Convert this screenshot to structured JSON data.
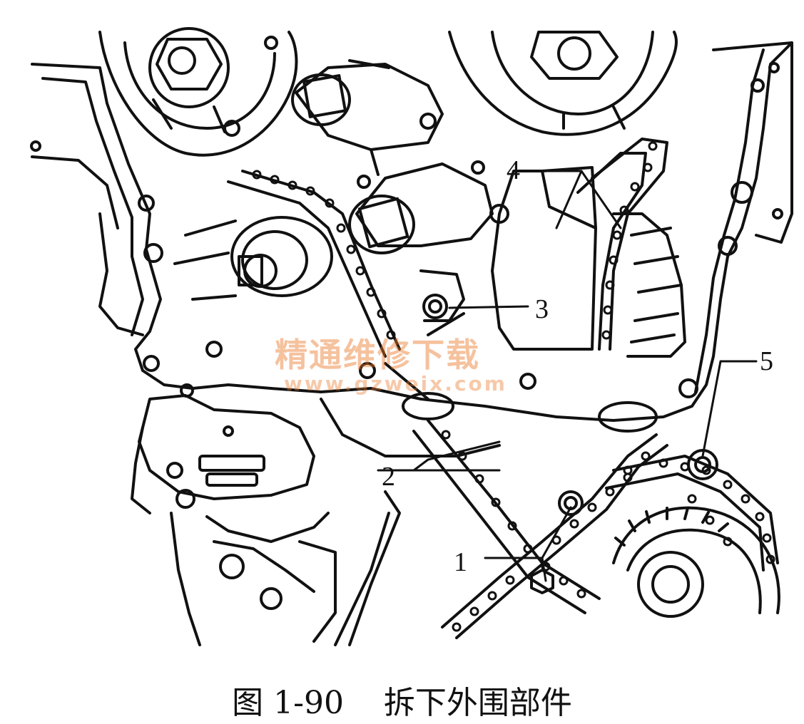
{
  "figure": {
    "callouts": [
      "1",
      "2",
      "3",
      "4",
      "5"
    ],
    "watermark": {
      "text": "精通维修下载",
      "url": "www.gzweix.com"
    }
  },
  "caption": {
    "text": "图 1-90    拆下外围部件"
  },
  "colors": {
    "line": "#111111",
    "background": "#ffffff",
    "watermark": "#e87828"
  }
}
